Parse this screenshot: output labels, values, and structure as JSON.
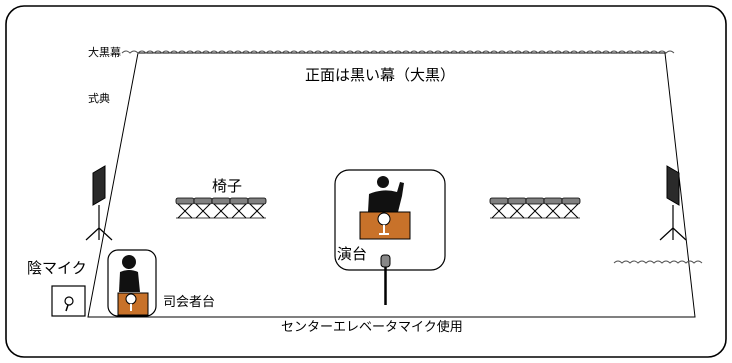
{
  "labels": {
    "curtain": "大黒幕",
    "ceremony": "式典",
    "front_wall": "正面は黒い幕（大黒）",
    "chairs": "椅子",
    "podium": "演台",
    "hidden_mic": "陰マイク",
    "mc_stand": "司会者台",
    "elevator_note": "センターエレベータマイク使用"
  },
  "colors": {
    "outline": "#000000",
    "curtain_wave": "#555555",
    "podium_wood": "#c8722a",
    "chair": "#808080",
    "person": "#111111"
  },
  "icons": [
    "speaker-left-icon",
    "speaker-right-icon",
    "chair-row-left-icon",
    "chair-row-right-icon",
    "speaker-person-icon",
    "mc-person-icon",
    "microphone-icon",
    "mic-stand-icon"
  ]
}
